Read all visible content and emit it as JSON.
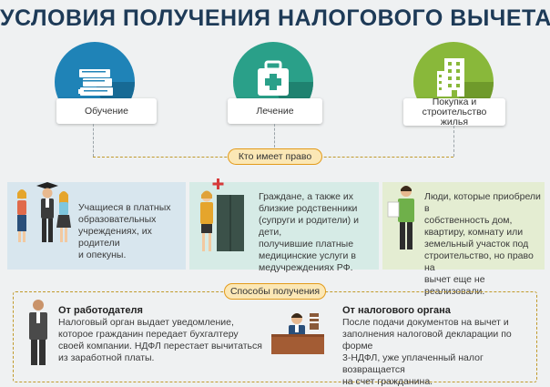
{
  "title": "УСЛОВИЯ ПОЛУЧЕНИЯ НАЛОГОВОГО ВЫЧЕТА",
  "categories": [
    {
      "label": "Обучение",
      "icon": "books-icon"
    },
    {
      "label": "Лечение",
      "icon": "medkit-icon"
    },
    {
      "label_line1": "Покупка и строительство",
      "label_line2": "жилья",
      "icon": "building-icon"
    }
  ],
  "who_label": "Кто имеет право",
  "who": [
    {
      "lines": [
        "Учащиеся в платных",
        "образовательных",
        "учреждениях, их родители",
        "и опекуны."
      ]
    },
    {
      "lines": [
        "Граждане, а также их",
        "близкие родственники",
        "(супруги и родители) и дети,",
        "получившие платные",
        "медицинские услуги в",
        "медучреждениях РФ."
      ]
    },
    {
      "lines": [
        "Люди, которые приобрели в",
        "собственность дом,",
        "квартиру, комнату или",
        "земельный участок под",
        "строительство, но право на",
        "вычет еще не реализовали."
      ]
    }
  ],
  "methods_label": "Способы получения",
  "methods": [
    {
      "heading": "От работодателя",
      "lines": [
        "Налоговый орган выдает уведомление,",
        "которое гражданин передает бухгалтеру",
        "своей компании. НДФЛ перестает вычитаться",
        "из заработной платы."
      ]
    },
    {
      "heading": "От налогового органа",
      "lines": [
        "После подачи документов на вычет и",
        "заполнения налоговой декларации по форме",
        "3-НДФЛ, уже уплаченный налог возвращается",
        "на счет гражданина."
      ]
    }
  ],
  "colors": {
    "title": "#1d3a57",
    "circle_blue": "#1f83b7",
    "circle_green": "#2aa089",
    "circle_lime": "#89b83a",
    "panel_blue": "#d8e6ee",
    "panel_green": "#d6ebe6",
    "panel_lime": "#e4edd2",
    "accent_orange": "#e39b1b"
  }
}
